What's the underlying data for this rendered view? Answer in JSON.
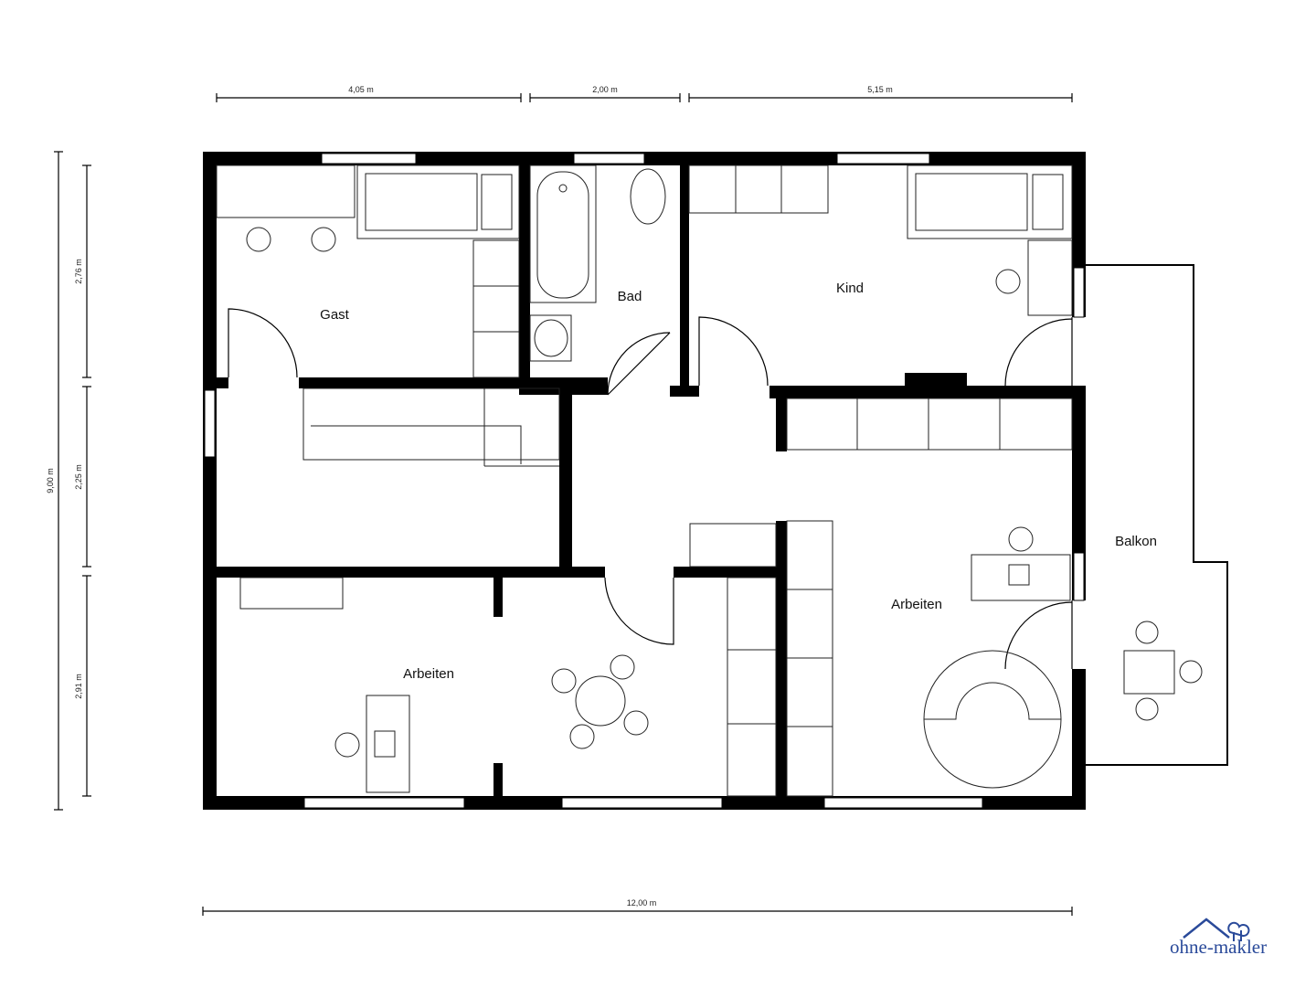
{
  "dimensions": {
    "top": [
      "4,05 m",
      "2,00 m",
      "5,15 m"
    ],
    "bottom": "12,00 m",
    "left_total": "9,00 m",
    "left": [
      "2,76 m",
      "2,25 m",
      "2,91 m"
    ]
  },
  "rooms": {
    "gast": "Gast",
    "bad": "Bad",
    "kind": "Kind",
    "balkon": "Balkon",
    "arbeiten_left": "Arbeiten",
    "arbeiten_right": "Arbeiten"
  },
  "logo": {
    "text": "ohne-makler",
    "color": "#2a4a9a"
  }
}
